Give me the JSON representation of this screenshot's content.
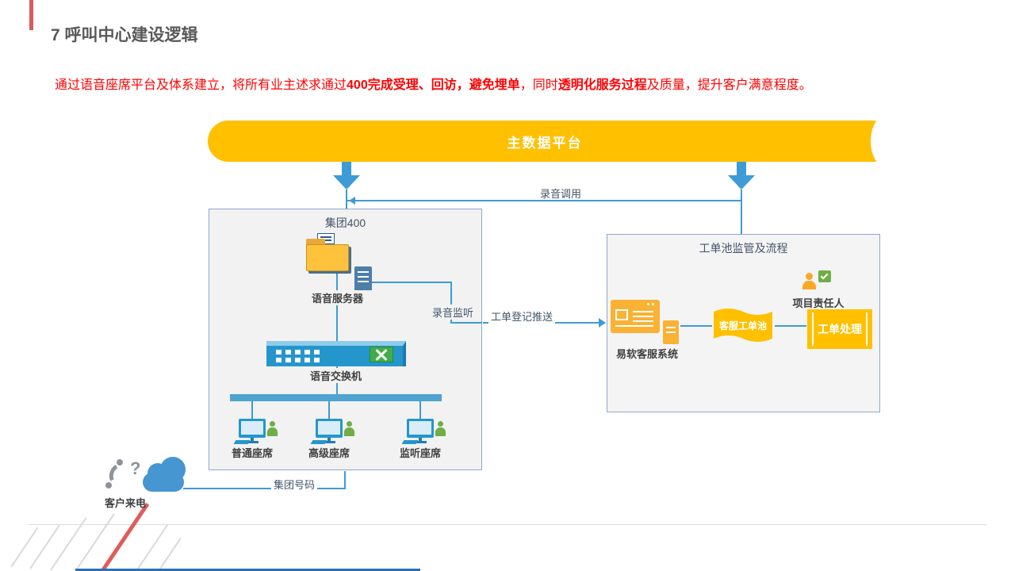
{
  "slide": {
    "title": "7 呼叫中心建设逻辑",
    "intro": {
      "t1": "通过语音座席平台及体系建立，将所有业主述求通过",
      "b1": "400完成受理、回访，避免埋单",
      "t2": "，同时",
      "b2": "透明化服务过程",
      "t3": "及质量，提升客户满意程度。"
    }
  },
  "diagram": {
    "banner_label": "主数据平台",
    "connectors": {
      "recording_call": "录音调用",
      "recording_monitor": "录音监听",
      "ticket_push": "工单登记推送",
      "group_number": "集团号码"
    },
    "group400": {
      "title": "集团400",
      "voice_server": "语音服务器",
      "voice_switch": "语音交换机",
      "seats": [
        "普通座席",
        "高级座席",
        "监听座席"
      ],
      "caller": "客户来电",
      "caller_mark": "?"
    },
    "ticket_pool": {
      "title": "工单池监管及流程",
      "crm_system": "易软客服系统",
      "pool": "客服工单池",
      "owner": "项目责任人",
      "processing": "工单处理"
    }
  },
  "colors": {
    "accent_yellow": "#FFC000",
    "flow_blue": "#3E9BD5",
    "intro_red": "#FF0000",
    "title_gray": "#595959",
    "box_border_blue": "#8CA9CC",
    "green_agent": "#6FAE46",
    "coral_accent": "#E05C5C"
  }
}
